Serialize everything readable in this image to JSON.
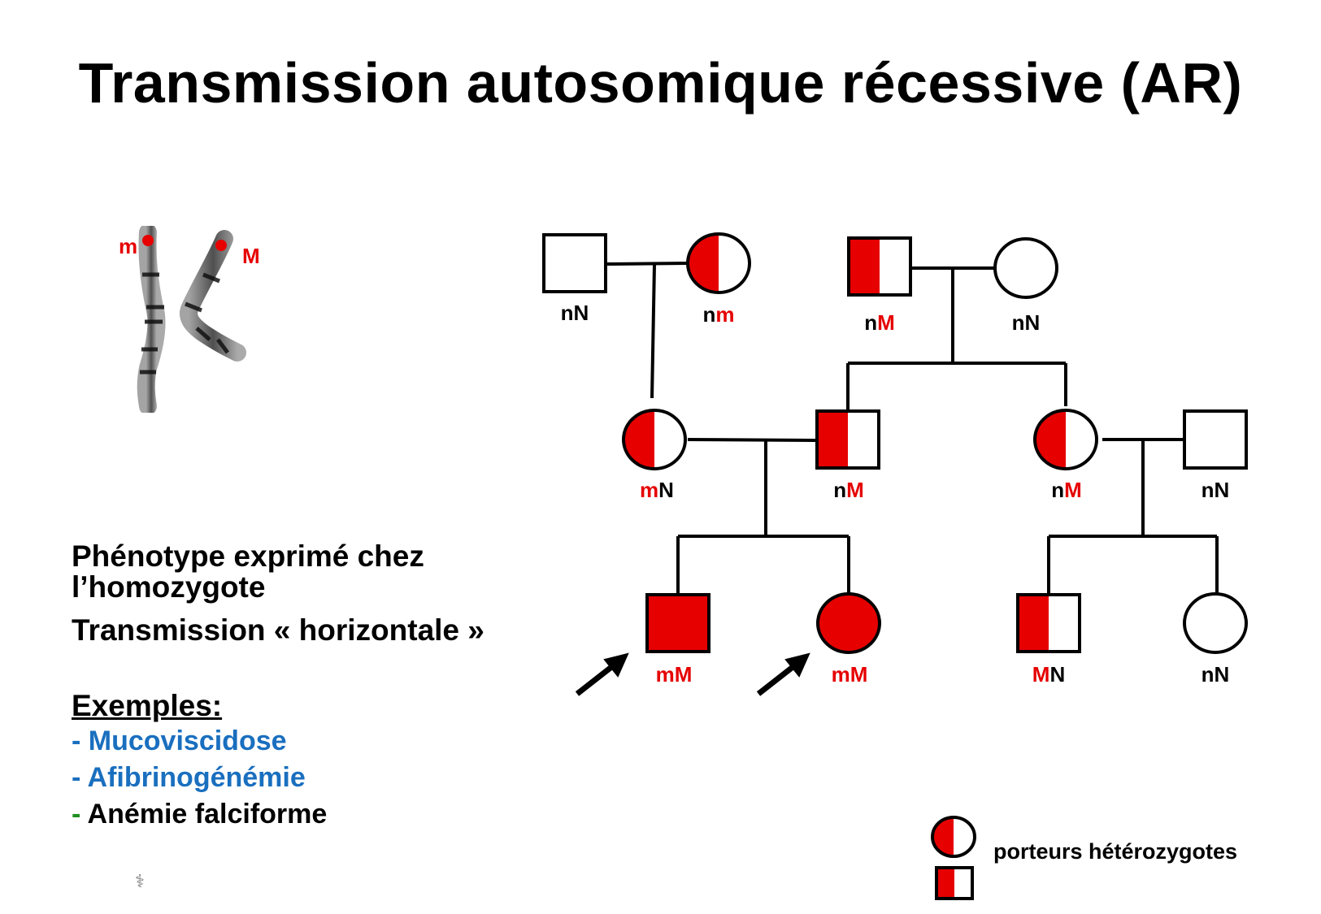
{
  "title": "Transmission autosomique récessive (AR)",
  "chromosome": {
    "allele_left": "m",
    "allele_right": "M"
  },
  "individuals": [
    {
      "id": "g1-father",
      "sex": "male",
      "status": "unaffected",
      "genotype": [
        {
          "t": "n",
          "c": "black"
        },
        {
          "t": "N",
          "c": "black"
        }
      ]
    },
    {
      "id": "g1-mother",
      "sex": "female",
      "status": "carrier",
      "genotype": [
        {
          "t": "n",
          "c": "black"
        },
        {
          "t": "m",
          "c": "red"
        }
      ]
    },
    {
      "id": "g1b-father",
      "sex": "male",
      "status": "carrier",
      "genotype": [
        {
          "t": "n",
          "c": "black"
        },
        {
          "t": "M",
          "c": "red"
        }
      ]
    },
    {
      "id": "g1b-mother",
      "sex": "female",
      "status": "unaffected",
      "genotype": [
        {
          "t": "n",
          "c": "black"
        },
        {
          "t": "N",
          "c": "black"
        }
      ]
    },
    {
      "id": "g2-daughter-a",
      "sex": "female",
      "status": "carrier",
      "genotype": [
        {
          "t": "m",
          "c": "red"
        },
        {
          "t": "N",
          "c": "black"
        }
      ]
    },
    {
      "id": "g2-son-b",
      "sex": "male",
      "status": "carrier",
      "genotype": [
        {
          "t": "n",
          "c": "black"
        },
        {
          "t": "M",
          "c": "red"
        }
      ]
    },
    {
      "id": "g2-daughter-b",
      "sex": "female",
      "status": "carrier",
      "genotype": [
        {
          "t": "n",
          "c": "black"
        },
        {
          "t": "M",
          "c": "red"
        }
      ]
    },
    {
      "id": "g2-spouse",
      "sex": "male",
      "status": "unaffected",
      "genotype": [
        {
          "t": "n",
          "c": "black"
        },
        {
          "t": "N",
          "c": "black"
        }
      ]
    },
    {
      "id": "g3-son-affected",
      "sex": "male",
      "status": "affected",
      "genotype": [
        {
          "t": "mM",
          "c": "red"
        }
      ]
    },
    {
      "id": "g3-daughter-affected",
      "sex": "female",
      "status": "affected",
      "genotype": [
        {
          "t": "mM",
          "c": "red"
        }
      ]
    },
    {
      "id": "g3-son-carrier",
      "sex": "male",
      "status": "carrier",
      "genotype": [
        {
          "t": "M",
          "c": "red"
        },
        {
          "t": "N",
          "c": "black"
        }
      ]
    },
    {
      "id": "g3-daughter-normal",
      "sex": "female",
      "status": "unaffected",
      "genotype": [
        {
          "t": "n",
          "c": "black"
        },
        {
          "t": "N",
          "c": "black"
        }
      ]
    }
  ],
  "description": {
    "line1": "Phénotype exprimé chez",
    "line2": "l’homozygote",
    "line3": "Transmission « horizontale »"
  },
  "examples": {
    "title": "Exemples:",
    "dash": "- ",
    "items": [
      "Mucoviscidose",
      "Afibrinogénémie",
      "Anémie falciforme"
    ]
  },
  "legend": {
    "label": "porteurs hétérozygotes"
  },
  "colors": {
    "affected": "#e60000",
    "blue_text": "#1a6fbf",
    "green_dash": "#1f8f1f"
  }
}
